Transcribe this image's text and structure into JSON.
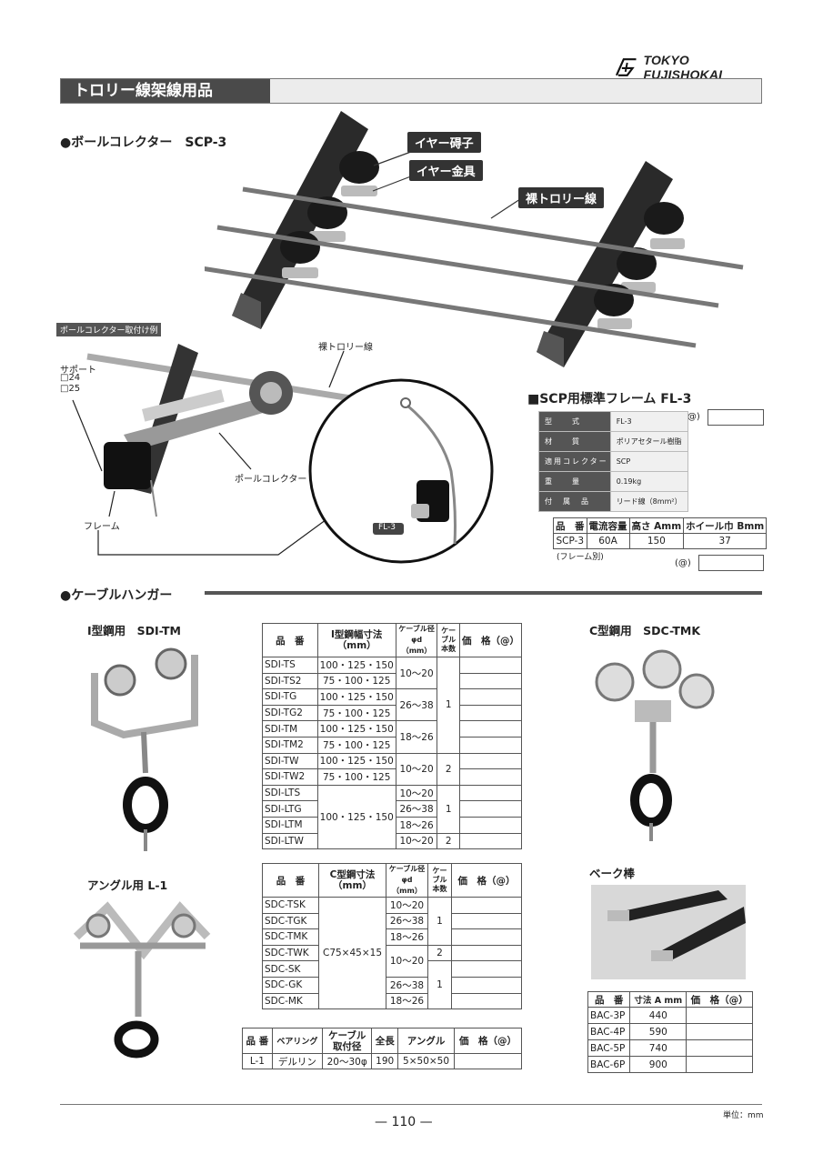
{
  "brand": {
    "name": "TOKYO FUJISHOKAI"
  },
  "page_title": "トロリー線架線用品",
  "scp": {
    "heading": "●ボールコレクター　SCP-3",
    "callouts": {
      "ear_insulator": "イヤー碍子",
      "ear_fitting": "イヤー金具",
      "bare_wire": "裸トロリー線"
    },
    "install_example": {
      "label": "ポールコレクター取付け例",
      "support": "サポート",
      "support_24": "□24",
      "support_25": "□25",
      "bare_wire": "裸トロリー線",
      "pole_collector": "ポールコレクター",
      "frame": "フレーム",
      "fl3_tag": "FL-3"
    }
  },
  "fl3": {
    "heading": "■SCP用標準フレーム FL-3",
    "price_label": "(@)",
    "spec": [
      {
        "key": "型　　式",
        "value": "FL-3"
      },
      {
        "key": "材　　質",
        "value": "ポリアセタール樹脂"
      },
      {
        "key": "適用コレクター",
        "value": "SCP"
      },
      {
        "key": "重　　量",
        "value": "0.19kg"
      },
      {
        "key": "付　属　品",
        "value": "リード線（8mm²）"
      }
    ]
  },
  "scp_table": {
    "headers": [
      "品　番",
      "電流容量",
      "高さ Amm",
      "ホイール巾 Bmm"
    ],
    "rows": [
      [
        "SCP-3",
        "60A",
        "150",
        "37"
      ]
    ],
    "note": "(フレーム別)",
    "price_label": "(@)"
  },
  "hanger": {
    "heading": "●ケーブルハンガー",
    "photos": {
      "sdi_tm": "I型鋼用　SDI-TM",
      "sdc_tmk": "C型鋼用　SDC-TMK",
      "l1": "アングル用 L-1",
      "bake": "ベーク棒"
    }
  },
  "sdi_table": {
    "headers": [
      "品　番",
      "I型鋼幅寸法\n（mm）",
      "ケーブル径φd\n（mm）",
      "ケーブル\n本数",
      "価　格（@）"
    ],
    "rows": [
      [
        "SDI-TS",
        "100・125・150"
      ],
      [
        "SDI-TS2",
        "75・100・125"
      ],
      [
        "SDI-TG",
        "100・125・150"
      ],
      [
        "SDI-TG2",
        "75・100・125"
      ],
      [
        "SDI-TM",
        "100・125・150"
      ],
      [
        "SDI-TM2",
        "75・100・125"
      ],
      [
        "SDI-TW",
        "100・125・150"
      ],
      [
        "SDI-TW2",
        "75・100・125"
      ],
      [
        "SDI-LTS",
        ""
      ],
      [
        "SDI-LTG",
        ""
      ],
      [
        "SDI-LTM",
        ""
      ],
      [
        "SDI-LTW",
        ""
      ]
    ],
    "lt_width": "100・125・150",
    "dia": [
      "10〜20",
      "26〜38",
      "18〜26",
      "10〜20",
      "10〜20",
      "26〜38",
      "18〜26",
      "10〜20"
    ],
    "count": [
      "1",
      "2",
      "1",
      "2"
    ]
  },
  "sdc_table": {
    "headers": [
      "品　番",
      "C型鋼寸法\n（mm）",
      "ケーブル径φd\n（mm）",
      "ケーブル\n本数",
      "価　格（@）"
    ],
    "items": [
      "SDC-TSK",
      "SDC-TGK",
      "SDC-TMK",
      "SDC-TWK",
      "SDC-SK",
      "SDC-GK",
      "SDC-MK"
    ],
    "size": "C75×45×15",
    "dia": [
      "10〜20",
      "26〜38",
      "18〜26",
      "10〜20",
      "26〜38",
      "18〜26"
    ],
    "count": [
      "1",
      "2",
      "1"
    ]
  },
  "l1_table": {
    "headers": [
      "品 番",
      "ベアリング",
      "ケーブル\n取付径",
      "全長",
      "アングル",
      "価　格（@）"
    ],
    "row": [
      "L-1",
      "デルリン",
      "20〜30φ",
      "190",
      "5×50×50",
      ""
    ]
  },
  "bac_table": {
    "headers": [
      "品　番",
      "寸法 A mm",
      "価　格（@）"
    ],
    "rows": [
      [
        "BAC-3P",
        "440"
      ],
      [
        "BAC-4P",
        "590"
      ],
      [
        "BAC-5P",
        "740"
      ],
      [
        "BAC-6P",
        "900"
      ]
    ]
  },
  "footer": {
    "unit": "単位：mm",
    "page": "— 110 —"
  }
}
